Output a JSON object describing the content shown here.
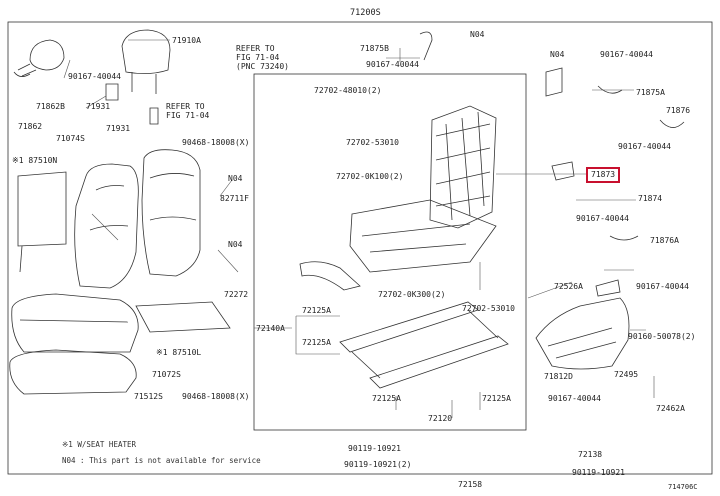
{
  "diagram": {
    "assembly_number": "71200S",
    "figure_code": "714706C",
    "highlighted_part": "71873",
    "highlight_color": "#c8102e",
    "part_labels": [
      {
        "id": "p-71910a",
        "text": "71910A"
      },
      {
        "id": "p-90167-tl",
        "text": "90167-40044"
      },
      {
        "id": "p-71862b",
        "text": "71862B"
      },
      {
        "id": "p-71931",
        "text": "71931"
      },
      {
        "id": "p-71862",
        "text": "71862"
      },
      {
        "id": "p-71931b",
        "text": "71931"
      },
      {
        "id": "p-71074s",
        "text": "71074S"
      },
      {
        "id": "p-87510n",
        "text": "※1 87510N"
      },
      {
        "id": "p-90468-a",
        "text": "90468-18008(X)"
      },
      {
        "id": "p-n04-a",
        "text": "N04"
      },
      {
        "id": "p-82711f",
        "text": "82711F"
      },
      {
        "id": "p-n04-b",
        "text": "N04"
      },
      {
        "id": "p-72272",
        "text": "72272"
      },
      {
        "id": "p-87510l",
        "text": "※1 87510L"
      },
      {
        "id": "p-71072s",
        "text": "71072S"
      },
      {
        "id": "p-71512s",
        "text": "71512S"
      },
      {
        "id": "p-90468-b",
        "text": "90468-18008(X)"
      },
      {
        "id": "p-71875b",
        "text": "71875B"
      },
      {
        "id": "p-n04-top",
        "text": "N04"
      },
      {
        "id": "p-90167-top",
        "text": "90167-40044"
      },
      {
        "id": "p-72702-48010",
        "text": "72702-48010(2)"
      },
      {
        "id": "p-72702-53010",
        "text": "72702-53010"
      },
      {
        "id": "p-72702-0k100",
        "text": "72702-0K100(2)"
      },
      {
        "id": "p-72702-0k300",
        "text": "72702-0K300(2)"
      },
      {
        "id": "p-72702-53010b",
        "text": "72702-53010"
      },
      {
        "id": "p-72125a-1",
        "text": "72125A"
      },
      {
        "id": "p-72140a",
        "text": "72140A"
      },
      {
        "id": "p-72125a-2",
        "text": "72125A"
      },
      {
        "id": "p-72125a-3",
        "text": "72125A"
      },
      {
        "id": "p-72125a-4",
        "text": "72125A"
      },
      {
        "id": "p-72120",
        "text": "72120"
      },
      {
        "id": "p-n04-r",
        "text": "N04"
      },
      {
        "id": "p-90167-r1",
        "text": "90167-40044"
      },
      {
        "id": "p-71875a",
        "text": "71875A"
      },
      {
        "id": "p-71876",
        "text": "71876"
      },
      {
        "id": "p-90167-r2",
        "text": "90167-40044"
      },
      {
        "id": "p-71874",
        "text": "71874"
      },
      {
        "id": "p-90167-r3",
        "text": "90167-40044"
      },
      {
        "id": "p-71876a",
        "text": "71876A"
      },
      {
        "id": "p-72526a",
        "text": "72526A"
      },
      {
        "id": "p-90167-r4",
        "text": "90167-40044"
      },
      {
        "id": "p-90160",
        "text": "90160-50078(2)"
      },
      {
        "id": "p-71812d",
        "text": "71812D"
      },
      {
        "id": "p-72495",
        "text": "72495"
      },
      {
        "id": "p-90167-r5",
        "text": "90167-40044"
      },
      {
        "id": "p-72462a",
        "text": "72462A"
      },
      {
        "id": "p-90119-a",
        "text": "90119-10921"
      },
      {
        "id": "p-90119-b",
        "text": "90119-10921(2)"
      },
      {
        "id": "p-72158",
        "text": "72158"
      },
      {
        "id": "p-72138",
        "text": "72138"
      },
      {
        "id": "p-90119-c",
        "text": "90119-10921"
      }
    ],
    "references": [
      {
        "id": "ref-1",
        "lines": [
          "REFER TO",
          "FIG 71-04",
          "(PNC 73240)"
        ]
      },
      {
        "id": "ref-2",
        "lines": [
          "REFER TO",
          "FIG 71-04"
        ]
      }
    ],
    "notes": [
      "※1 W/SEAT HEATER",
      "N04 : This part is not available for service"
    ]
  }
}
